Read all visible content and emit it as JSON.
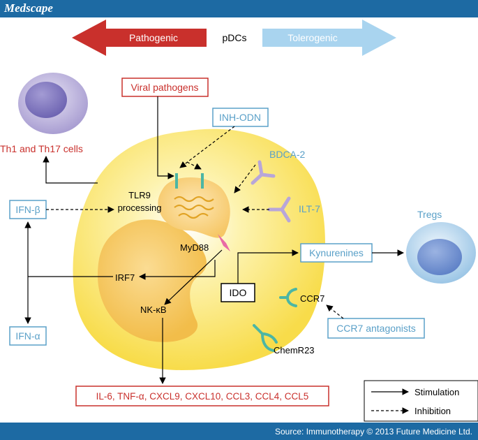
{
  "brand": "Medscape",
  "source": "Source: Immunotherapy © 2013 Future Medicine Ltd.",
  "header": {
    "left_arrow": "Pathogenic",
    "center": "pDCs",
    "right_arrow": "Tolerogenic"
  },
  "labels": {
    "viral_pathogens": "Viral pathogens",
    "inh_odn": "INH-ODN",
    "bdca2": "BDCA-2",
    "ilt7": "ILT-7",
    "th_cells": "Th1 and Th17 cells",
    "tlr9_line1": "TLR9",
    "tlr9_line2": "processing",
    "ifn_beta": "IFN-β",
    "ifn_alpha": "IFN-α",
    "myd88": "MyD88",
    "irf7": "IRF7",
    "nfkb": "NK-κB",
    "ido": "IDO",
    "kynurenines": "Kynurenines",
    "tregs": "Tregs",
    "ccr7": "CCR7",
    "ccr7_antagonists": "CCR7 antagonists",
    "chemr23": "ChemR23",
    "cytokines": "IL-6, TNF-α, CXCL9, CXCL10, CCL3, CCL4, CCL5"
  },
  "legend": {
    "stimulation": "Stimulation",
    "inhibition": "Inhibition"
  },
  "colors": {
    "pathogenic": "#c9302c",
    "tolerogenic": "#a9d4ef",
    "box_red": "#c9302c",
    "box_blue": "#5aa0c8",
    "cell": "#fbe46a",
    "nucleus": "#f2c14a",
    "receptor_purple": "#b8a6d9",
    "receptor_teal": "#4cb6a4"
  }
}
